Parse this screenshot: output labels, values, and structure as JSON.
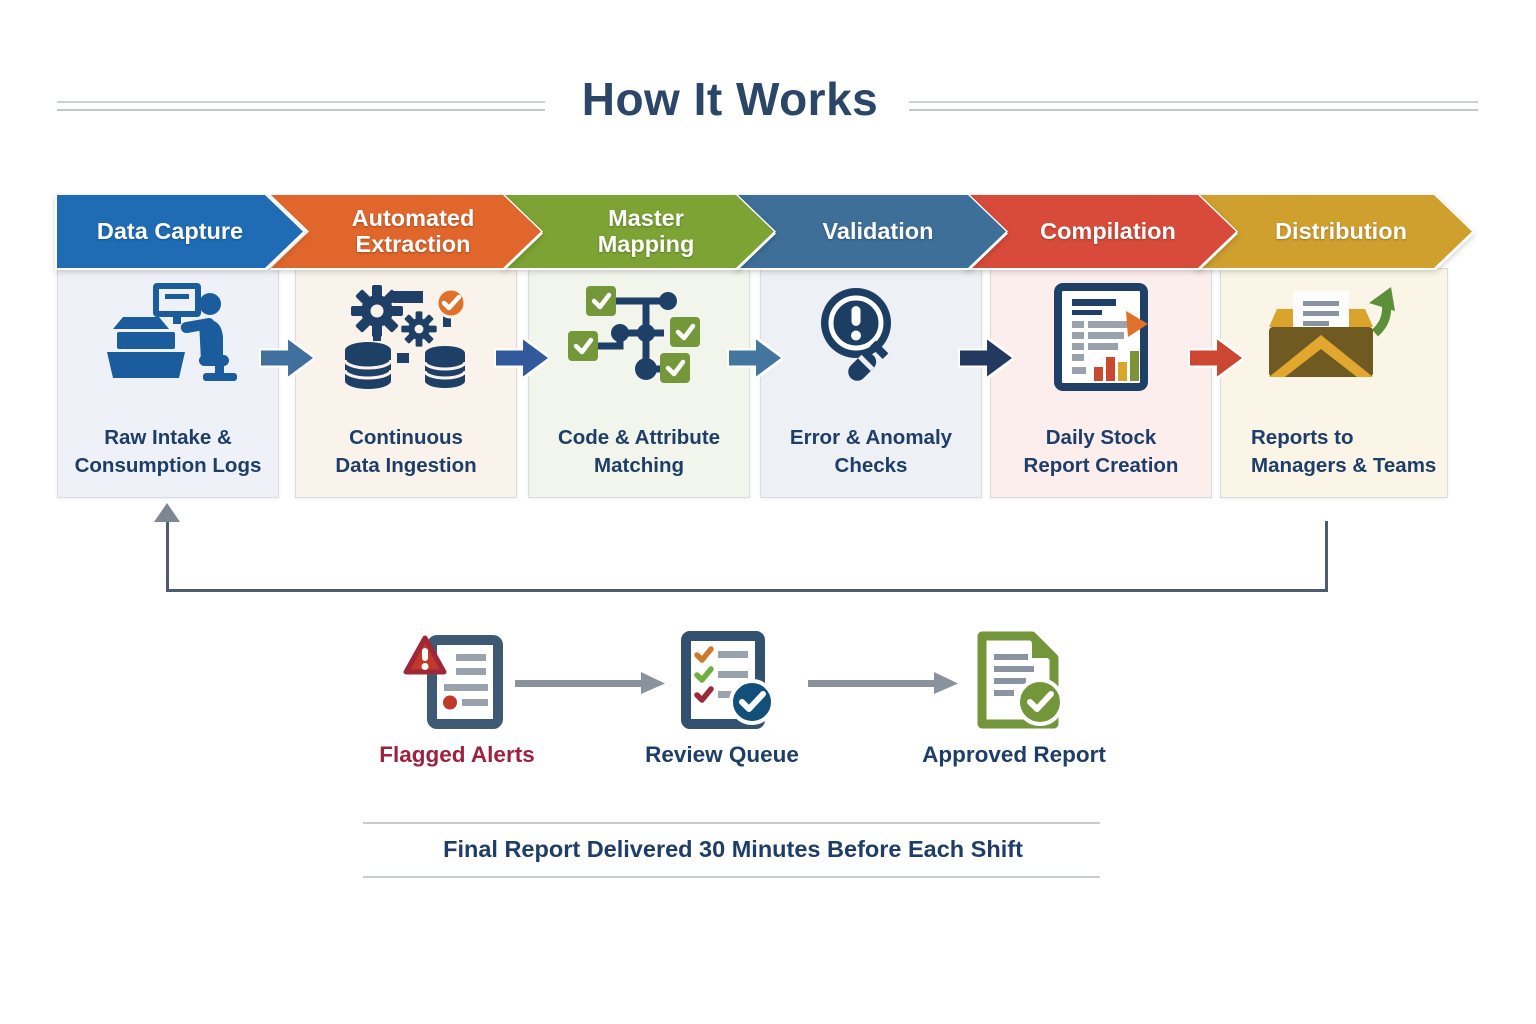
{
  "title": "How It Works",
  "steps": [
    {
      "label": "Data Capture",
      "caption": "Raw Intake &\nConsumption Logs",
      "header_color": "#1f6cb5",
      "body_bg": "#eef1f7",
      "icon": "pos-terminal-operator-icon"
    },
    {
      "label": "Automated\nExtraction",
      "caption": "Continuous\nData Ingestion",
      "header_color": "#e0662c",
      "body_bg": "#faf3ec",
      "icon": "gears-database-icon"
    },
    {
      "label": "Master\nMapping",
      "caption": "Code & Attribute\nMatching",
      "header_color": "#7da334",
      "body_bg": "#f2f5eb",
      "icon": "mapping-network-checks-icon"
    },
    {
      "label": "Validation",
      "caption": "Error & Anomaly\nChecks",
      "header_color": "#3d6f99",
      "body_bg": "#edf0f5",
      "icon": "magnifier-alert-icon"
    },
    {
      "label": "Compilation",
      "caption": "Daily Stock\nReport Creation",
      "header_color": "#d84b3a",
      "body_bg": "#fceeec",
      "icon": "report-document-chart-icon"
    },
    {
      "label": "Distribution",
      "caption": "Reports to\nManagers & Teams",
      "header_color": "#d0a02f",
      "body_bg": "#faf5e7",
      "icon": "envelope-send-icon"
    }
  ],
  "flow_arrows": [
    {
      "color": "#41709e"
    },
    {
      "color": "#31599b"
    },
    {
      "color": "#44759e"
    },
    {
      "color": "#23395f"
    },
    {
      "color": "#cc4631"
    }
  ],
  "feedback_loop": {
    "line_color": "#4e5c6e",
    "arrowhead_color": "#7d8792"
  },
  "substeps": [
    {
      "label": "Flagged Alerts",
      "label_color": "#9e2140",
      "icon": "flagged-alerts-icon"
    },
    {
      "label": "Review Queue",
      "label_color": "#1e3e68",
      "icon": "review-queue-icon"
    },
    {
      "label": "Approved Report",
      "label_color": "#1e3e68",
      "icon": "approved-report-icon"
    }
  ],
  "footer_note": "Final Report Delivered 30 Minutes Before Each Shift",
  "palette": {
    "title_navy": "#2c4668",
    "icon_navy": "#1e3f66",
    "icon_blue": "#1a5c9c",
    "accent_orange": "#e0702a",
    "accent_green": "#74973a",
    "accent_gold": "#e2a72e",
    "accent_red": "#c0392b",
    "maroon": "#9e2140",
    "gray_line": "#9aa2ad",
    "connector_gray": "#8a939c"
  }
}
